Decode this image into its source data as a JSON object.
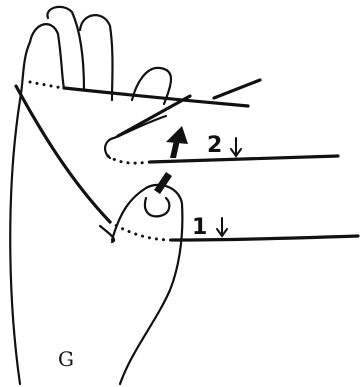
{
  "labels": {
    "string_1": "1",
    "string_2": "2",
    "corner_mark": "G"
  },
  "icons": {
    "string_1_arrow": "arrow-down-icon",
    "string_2_arrow": "arrow-down-icon",
    "pull_up_arrow": "arrow-up-icon"
  }
}
